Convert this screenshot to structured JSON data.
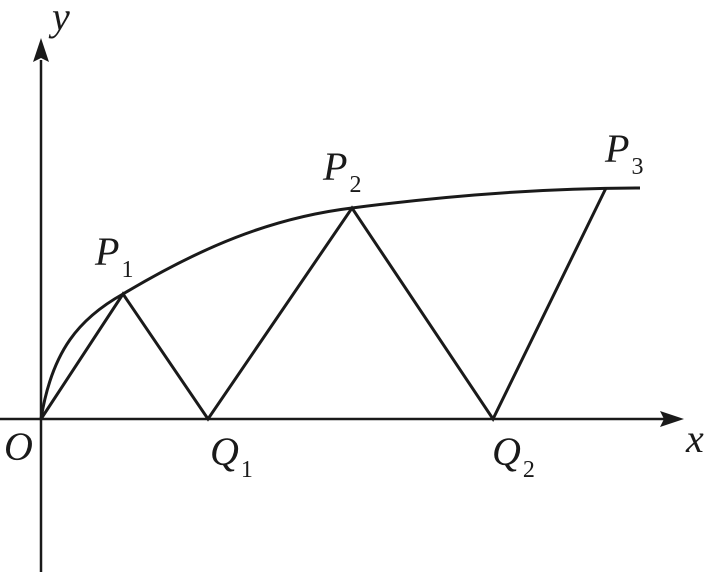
{
  "labels": {
    "origin": "O",
    "x_axis": "x",
    "y_axis": "y",
    "P1": {
      "main": "P",
      "sub": "1"
    },
    "P2": {
      "main": "P",
      "sub": "2"
    },
    "P3": {
      "main": "P",
      "sub": "3"
    },
    "Q1": {
      "main": "Q",
      "sub": "1"
    },
    "Q2": {
      "main": "Q",
      "sub": "2"
    }
  },
  "colors": {
    "ink": "#1a1a1a",
    "background": "#ffffff"
  }
}
